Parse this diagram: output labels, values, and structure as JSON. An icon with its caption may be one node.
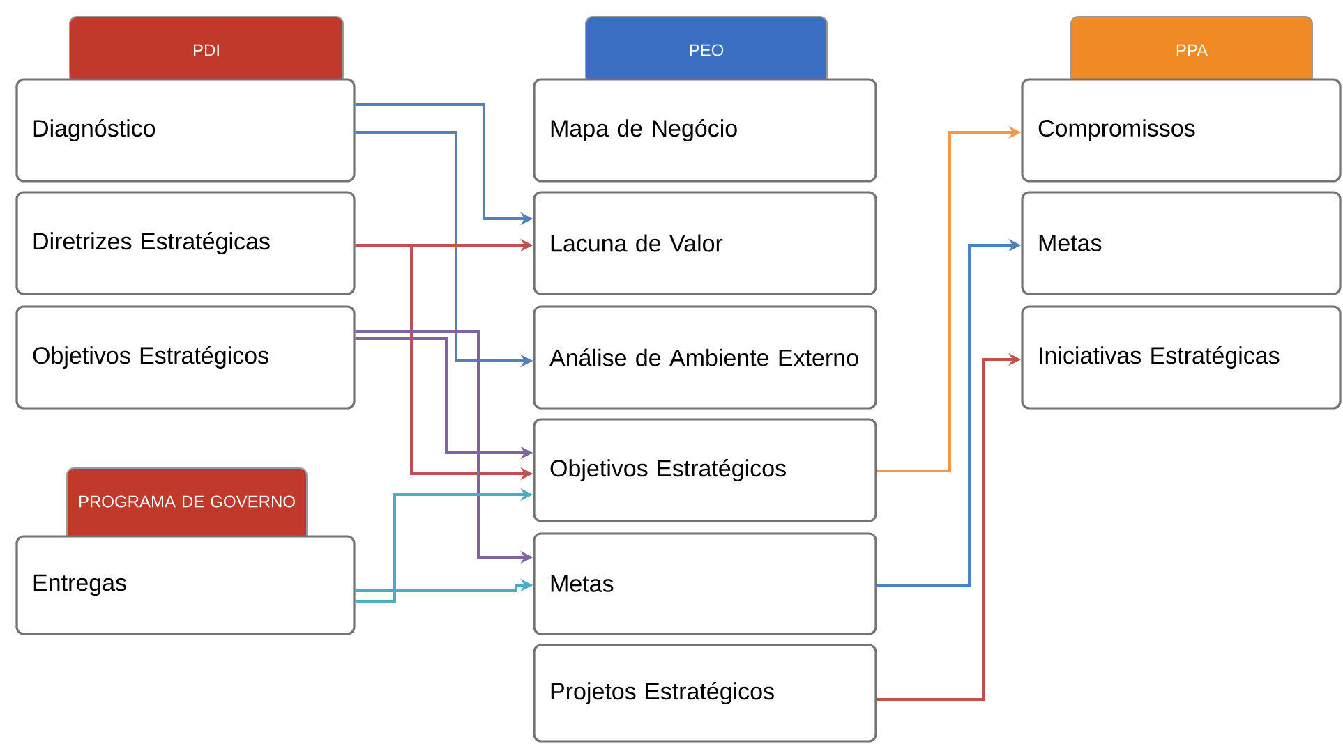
{
  "diagram": {
    "nodes": [
      {
        "text": [
          "PDI"
        ]
      },
      {
        "text": [
          "Diagnóstico"
        ]
      },
      {
        "text": [
          "Diretrizes Estratégicas"
        ]
      },
      {
        "text": [
          "Objetivos Estratégicos"
        ]
      },
      {
        "text": [
          "PROGRAMA DE GOVERNO"
        ]
      },
      {
        "text": [
          "Entregas"
        ]
      },
      {
        "text": [
          "PEO"
        ]
      },
      {
        "text": [
          "Mapa de Negócio"
        ]
      },
      {
        "text": [
          "Lacuna de Valor"
        ]
      },
      {
        "text": [
          "Análise de Ambiente Externo"
        ]
      },
      {
        "text": [
          "Objetivos Estratégicos"
        ]
      },
      {
        "text": [
          "Metas"
        ]
      },
      {
        "text": [
          "Projetos Estratégicos"
        ]
      },
      {
        "text": [
          "PPA"
        ]
      },
      {
        "text": [
          "Compromissos"
        ]
      },
      {
        "text": [
          "Metas"
        ]
      },
      {
        "text": [
          "Iniciativas Estratégicas"
        ]
      }
    ],
    "edges": [
      {
        "from": 1,
        "to": 8,
        "arrow": "to",
        "color": "#4f81bd"
      },
      {
        "from": 1,
        "to": 9,
        "arrow": "to",
        "color": "#4f81bd"
      },
      {
        "from": 2,
        "to": 8,
        "arrow": "to",
        "color": "#c0504d"
      },
      {
        "from": 2,
        "to": 10,
        "arrow": "to",
        "color": "#c0504d"
      },
      {
        "from": 3,
        "to": 10,
        "arrow": "to",
        "color": "#8064a2"
      },
      {
        "from": 3,
        "to": 11,
        "arrow": "to",
        "color": "#8064a2"
      },
      {
        "from": 5,
        "to": 10,
        "arrow": "to",
        "color": "#4bacc6"
      },
      {
        "from": 5,
        "to": 11,
        "arrow": "to",
        "color": "#4bacc6"
      },
      {
        "from": 10,
        "to": 14,
        "arrow": "to",
        "color": "#f79646"
      },
      {
        "from": 11,
        "to": 15,
        "arrow": "to",
        "color": "#4f81bd"
      },
      {
        "from": 12,
        "to": 16,
        "arrow": "to",
        "color": "#c0504d"
      }
    ]
  }
}
